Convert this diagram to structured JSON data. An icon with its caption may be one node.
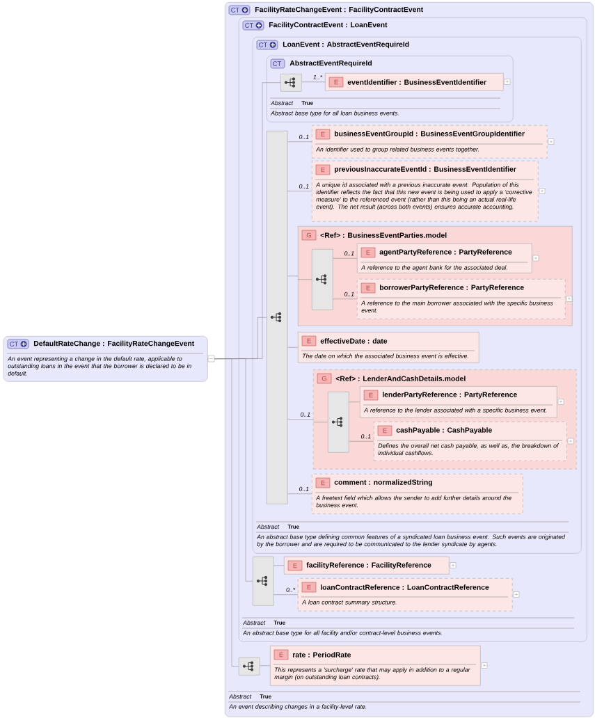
{
  "diagram": {
    "nodes": [
      {
        "text": [
          "CT",
          "DefaultRateChange : FacilityRateChangeEvent",
          "An event representing a change in the default rate, applicable to outstanding loans in the event that the borrower is declared to be in default."
        ]
      },
      {
        "text": [
          "CT",
          "FacilityRateChangeEvent : FacilityContractEvent",
          "Abstract",
          "True",
          "An event describing changes in a facility-level rate."
        ]
      },
      {
        "text": [
          "CT",
          "FacilityContractEvent : LoanEvent",
          "Abstract",
          "True",
          "An abstract base type for all facility and/or contract-level business events."
        ],
        "in": 1
      },
      {
        "text": [
          "CT",
          "LoanEvent : AbstractEventRequireId",
          "Abstract",
          "True",
          "An abstract base type defining common features of a syndicated loan business event. Such events are originated by the borrower and are required to be communicated to the lender syndicate by agents."
        ],
        "in": 2
      },
      {
        "text": [
          "CT",
          "AbstractEventRequireId",
          "Abstract",
          "True",
          "Abstract base type for all loan business events."
        ],
        "in": 3
      },
      {
        "text": [],
        "shape": "box",
        "in": 4
      },
      {
        "text": [
          "E",
          "eventIdentifier : BusinessEventIdentifier"
        ],
        "in": 4
      },
      {
        "text": [],
        "shape": "box",
        "in": 3
      },
      {
        "text": [
          "E",
          "businessEventGroupId : BusinessEventGroupIdentifier",
          "An identifier used to group related business events together."
        ],
        "in": 3
      },
      {
        "text": [
          "E",
          "previousInaccurateEventId : BusinessEventIdentifier",
          "A unique id associated with a previous inaccurate event. Population of this identifier reflects the fact that this new event is being used to apply a 'corrective measure' to the referenced event (rather than this being an actual real-life event). The net result (across both events) ensures accurate accounting."
        ],
        "in": 3
      },
      {
        "text": [
          "G",
          "<Ref> : BusinessEventParties.model"
        ],
        "in": 3
      },
      {
        "text": [],
        "shape": "box",
        "in": 10
      },
      {
        "text": [
          "E",
          "agentPartyReference : PartyReference",
          "A reference to the agent bank for the associated deal."
        ],
        "in": 10
      },
      {
        "text": [
          "E",
          "borrowerPartyReference : PartyReference",
          "A reference to the main borrower associated with the specific business event."
        ],
        "in": 10
      },
      {
        "text": [
          "E",
          "effectiveDate : date",
          "The date on which the associated business event is effective."
        ],
        "in": 3
      },
      {
        "text": [
          "G",
          "<Ref> : LenderAndCashDetails.model"
        ],
        "in": 3
      },
      {
        "text": [],
        "shape": "box",
        "in": 15
      },
      {
        "text": [
          "E",
          "lenderPartyReference : PartyReference",
          "A reference to the lender associated with a specific business event."
        ],
        "in": 15
      },
      {
        "text": [
          "E",
          "cashPayable : CashPayable",
          "Defines the overall net cash payable, as well as, the breakdown of individual cashflows."
        ],
        "in": 15
      },
      {
        "text": [
          "E",
          "comment : normalizedString",
          "A freetext field which allows the sender to add further details around the business event."
        ],
        "in": 3
      },
      {
        "text": [],
        "shape": "box",
        "in": 2
      },
      {
        "text": [
          "E",
          "facilityReference : FacilityReference"
        ],
        "in": 2
      },
      {
        "text": [
          "E",
          "loanContractReference : LoanContractReference",
          "A loan contract summary structure."
        ],
        "in": 2
      },
      {
        "text": [],
        "shape": "box",
        "in": 1
      },
      {
        "text": [
          "E",
          "rate : PeriodRate",
          "This represents a 'surcharge' rate that may apply in addition to a regular margin (on outstanding loan contracts)."
        ],
        "in": 1
      }
    ],
    "edges": [
      {
        "from": 0,
        "to": 5,
        "arrow": "none"
      },
      {
        "from": 0,
        "to": 7,
        "arrow": "none"
      },
      {
        "from": 0,
        "to": 20,
        "arrow": "none"
      },
      {
        "from": 0,
        "to": 23,
        "arrow": "none"
      },
      {
        "from": 5,
        "to": 6,
        "arrow": "none",
        "label": "1..*"
      },
      {
        "from": 7,
        "to": 8,
        "arrow": "none",
        "label": "0..1"
      },
      {
        "from": 7,
        "to": 9,
        "arrow": "none",
        "label": "0..1"
      },
      {
        "from": 7,
        "to": 10,
        "arrow": "none"
      },
      {
        "from": 10,
        "to": 11,
        "arrow": "none"
      },
      {
        "from": 11,
        "to": 12,
        "arrow": "none",
        "label": "0..1"
      },
      {
        "from": 11,
        "to": 13,
        "arrow": "none",
        "label": "0..1"
      },
      {
        "from": 7,
        "to": 14,
        "arrow": "none"
      },
      {
        "from": 7,
        "to": 15,
        "arrow": "none",
        "label": "0..1"
      },
      {
        "from": 15,
        "to": 16,
        "arrow": "none"
      },
      {
        "from": 16,
        "to": 17,
        "arrow": "none"
      },
      {
        "from": 16,
        "to": 18,
        "arrow": "none",
        "label": "0..1"
      },
      {
        "from": 7,
        "to": 19,
        "arrow": "none",
        "label": "0..1"
      },
      {
        "from": 20,
        "to": 21,
        "arrow": "none"
      },
      {
        "from": 20,
        "to": 22,
        "arrow": "none",
        "label": "0..*"
      },
      {
        "from": 23,
        "to": 24,
        "arrow": "none"
      }
    ]
  }
}
